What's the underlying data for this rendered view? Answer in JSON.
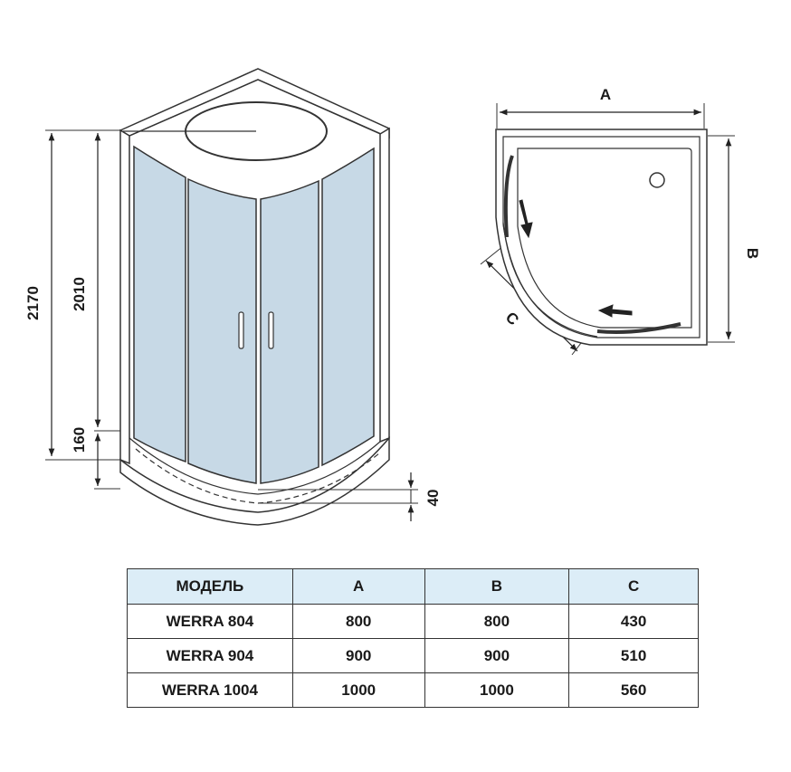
{
  "elevation": {
    "dim_total_height": "2170",
    "dim_glass_height": "2010",
    "dim_base_height": "160",
    "dim_tray_depth": "40"
  },
  "plan": {
    "label_a": "A",
    "label_b": "B",
    "label_c": "C"
  },
  "table": {
    "headers": [
      "МОДЕЛЬ",
      "A",
      "B",
      "C"
    ],
    "rows": [
      [
        "WERRA 804",
        "800",
        "800",
        "430"
      ],
      [
        "WERRA 904",
        "900",
        "900",
        "510"
      ],
      [
        "WERRA 1004",
        "1000",
        "1000",
        "560"
      ]
    ]
  },
  "colors": {
    "glass": "#c7d9e6",
    "header_fill": "#dcedf7",
    "line": "#333333"
  }
}
